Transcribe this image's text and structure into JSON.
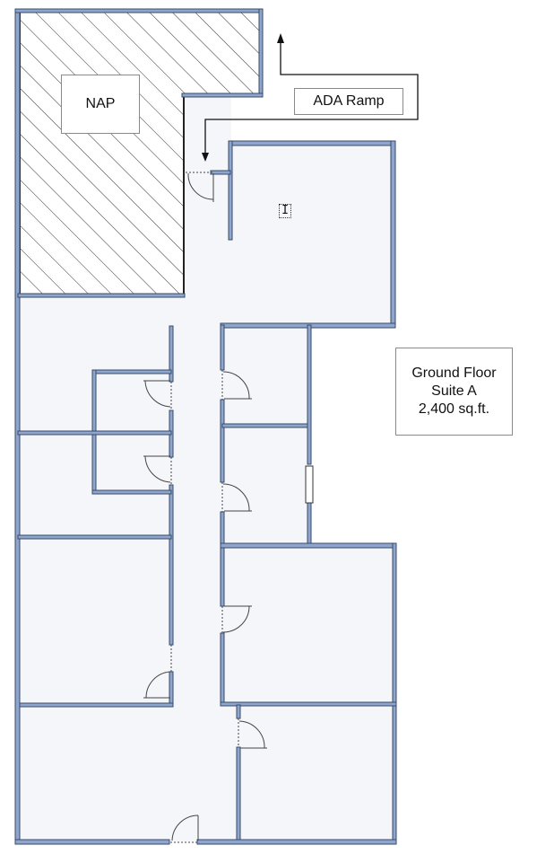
{
  "diagram": {
    "type": "floor-plan",
    "labels": {
      "nap": "NAP",
      "ada_ramp": "ADA Ramp",
      "suite_line1": "Ground Floor",
      "suite_line2": "Suite A",
      "suite_line3": "2,400 sq.ft."
    },
    "colors": {
      "wall_fill": "#8ea6cf",
      "wall_outline": "#3a4a66",
      "floor": "#f4f6fa",
      "hatch": "#333333",
      "door_line": "#444444"
    },
    "cursor_glyph": "I"
  }
}
